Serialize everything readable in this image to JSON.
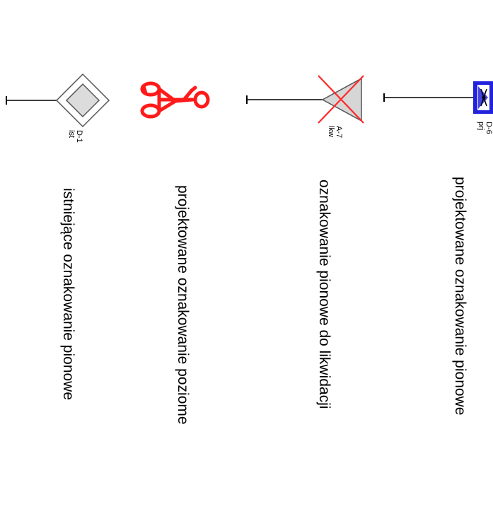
{
  "legend": {
    "items": [
      {
        "description": "projektowane oznakowanie pionowe",
        "code": "D-6",
        "status": "prj"
      },
      {
        "description": "oznakowanie pionowe do likwidacji",
        "code": "A-7",
        "status": "lkw"
      },
      {
        "description": "projektowane oznakowanie poziome"
      },
      {
        "description": "istniejące oznakowanie pionowe",
        "code": "D-1",
        "status": "ist"
      }
    ]
  },
  "colors": {
    "sign_blue": "#2222dd",
    "removal_cross": "#ff2a2a",
    "triangle_fill": "#d6d6d6",
    "diamond_fill": "#dcdcdc",
    "bicycle_red": "#ff1a1a"
  },
  "icons": [
    "pedestrian-crossing-sign-icon",
    "yield-sign-icon",
    "bicycle-icon",
    "priority-road-sign-icon"
  ]
}
